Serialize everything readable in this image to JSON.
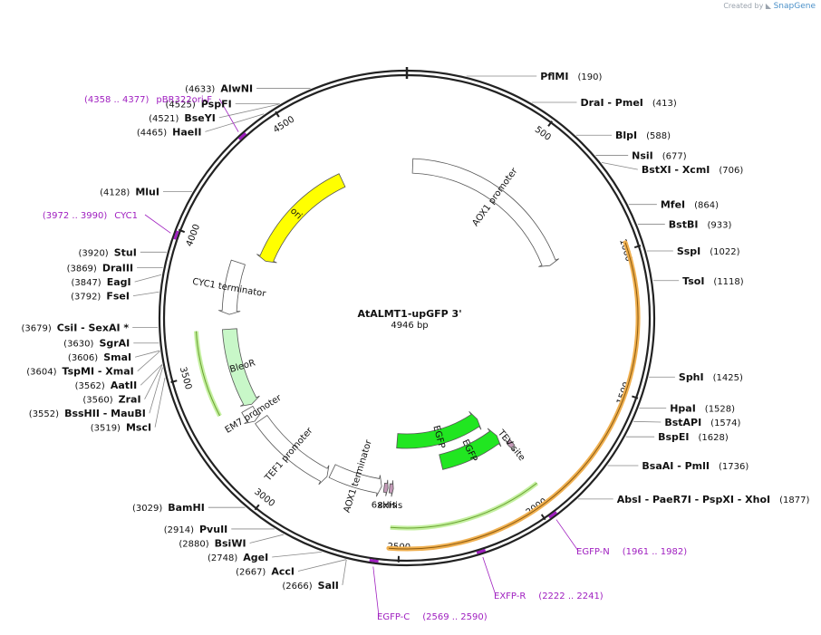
{
  "branding": {
    "created_by": "Created by",
    "app": "SnapGene"
  },
  "plasmid": {
    "name": "AtALMT1-upGFP 3'",
    "length_label": "4946 bp",
    "length": 4946
  },
  "scale_ticks": [
    {
      "pos": 500,
      "label": "500"
    },
    {
      "pos": 1000,
      "label": "1000"
    },
    {
      "pos": 1500,
      "label": "1500"
    },
    {
      "pos": 2000,
      "label": "2000"
    },
    {
      "pos": 2500,
      "label": "2500"
    },
    {
      "pos": 3000,
      "label": "3000"
    },
    {
      "pos": 3500,
      "label": "3500"
    },
    {
      "pos": 4000,
      "label": "4000"
    },
    {
      "pos": 4500,
      "label": "4500"
    }
  ],
  "features": [
    {
      "name": "AOX1 promoter",
      "type": "promoter",
      "start": 30,
      "end": 960,
      "dir": 1
    },
    {
      "name": "ori",
      "type": "rep_origin",
      "start": 4010,
      "end": 4600,
      "dir": -1
    },
    {
      "name": "CYC1 terminator",
      "type": "terminator",
      "start": 3725,
      "end": 3960,
      "dir": -1
    },
    {
      "name": "BleoR",
      "type": "cds",
      "start": 3310,
      "end": 3660,
      "dir": -1
    },
    {
      "name": "EM7 promoter",
      "type": "promoter",
      "start": 3240,
      "end": 3300,
      "dir": -1
    },
    {
      "name": "TEF1 promoter",
      "type": "promoter",
      "start": 2840,
      "end": 3230,
      "dir": -1
    },
    {
      "name": "AOX1 terminator",
      "type": "terminator",
      "start": 2590,
      "end": 2830,
      "dir": -1
    },
    {
      "name": "6xHis",
      "type": "tag",
      "start": 2560,
      "end": 2578,
      "dir": -1
    },
    {
      "name": "8xHis",
      "type": "tag",
      "start": 2535,
      "end": 2553,
      "dir": -1
    },
    {
      "name": "EGFP",
      "type": "cds",
      "start": 1995,
      "end": 2535,
      "dir": -1
    },
    {
      "name": "EGFP",
      "type": "cds",
      "start": 1960,
      "end": 2290,
      "dir": -1
    },
    {
      "name": "TEV site",
      "type": "site",
      "start": 1920,
      "end": 1944,
      "dir": 1
    }
  ],
  "sites": [
    {
      "name": "PflMI",
      "pos": "(190)",
      "p": 190,
      "side": "r"
    },
    {
      "name": "DraI  -  PmeI",
      "pos": "(413)",
      "p": 413,
      "side": "r"
    },
    {
      "name": "BlpI",
      "pos": "(588)",
      "p": 588,
      "side": "r"
    },
    {
      "name": "NsiI",
      "pos": "(677)",
      "p": 677,
      "side": "r"
    },
    {
      "name": "BstXI  -  XcmI",
      "pos": "(706)",
      "p": 706,
      "side": "r"
    },
    {
      "name": "MfeI",
      "pos": "(864)",
      "p": 864,
      "side": "r"
    },
    {
      "name": "BstBI",
      "pos": "(933)",
      "p": 933,
      "side": "r"
    },
    {
      "name": "SspI",
      "pos": "(1022)",
      "p": 1022,
      "side": "r"
    },
    {
      "name": "TsoI",
      "pos": "(1118)",
      "p": 1118,
      "side": "r"
    },
    {
      "name": "SphI",
      "pos": "(1425)",
      "p": 1425,
      "side": "r"
    },
    {
      "name": "HpaI",
      "pos": "(1528)",
      "p": 1528,
      "side": "r"
    },
    {
      "name": "BstAPI",
      "pos": "(1574)",
      "p": 1574,
      "side": "r"
    },
    {
      "name": "BspEI",
      "pos": "(1628)",
      "p": 1628,
      "side": "r"
    },
    {
      "name": "BsaAI  -  PmlI",
      "pos": "(1736)",
      "p": 1736,
      "side": "r"
    },
    {
      "name": "AbsI  -  PaeR7I  -  PspXI  -  XhoI",
      "pos": "(1877)",
      "p": 1877,
      "side": "r"
    },
    {
      "name": "SalI",
      "pos": "(2666)",
      "p": 2666,
      "side": "l"
    },
    {
      "name": "AccI",
      "pos": "(2667)",
      "p": 2667,
      "side": "l"
    },
    {
      "name": "AgeI",
      "pos": "(2748)",
      "p": 2748,
      "side": "l"
    },
    {
      "name": "BsiWI",
      "pos": "(2880)",
      "p": 2880,
      "side": "l"
    },
    {
      "name": "PvuII",
      "pos": "(2914)",
      "p": 2914,
      "side": "l"
    },
    {
      "name": "BamHI",
      "pos": "(3029)",
      "p": 3029,
      "side": "l"
    },
    {
      "name": "MscI",
      "pos": "(3519)",
      "p": 3519,
      "side": "l"
    },
    {
      "name": "BssHII  -  MauBI",
      "pos": "(3552)",
      "p": 3552,
      "side": "l"
    },
    {
      "name": "ZraI",
      "pos": "(3560)",
      "p": 3560,
      "side": "l"
    },
    {
      "name": "AatII",
      "pos": "(3562)",
      "p": 3562,
      "side": "l"
    },
    {
      "name": "TspMI  -  XmaI",
      "pos": "(3604)",
      "p": 3604,
      "side": "l"
    },
    {
      "name": "SmaI",
      "pos": "(3606)",
      "p": 3606,
      "side": "l"
    },
    {
      "name": "SgrAI",
      "pos": "(3630)",
      "p": 3630,
      "side": "l"
    },
    {
      "name": "CsiI  -  SexAI *",
      "pos": "(3679)",
      "p": 3679,
      "side": "l"
    },
    {
      "name": "FseI",
      "pos": "(3792)",
      "p": 3792,
      "side": "l"
    },
    {
      "name": "EagI",
      "pos": "(3847)",
      "p": 3847,
      "side": "l"
    },
    {
      "name": "DraIII",
      "pos": "(3869)",
      "p": 3869,
      "side": "l"
    },
    {
      "name": "StuI",
      "pos": "(3920)",
      "p": 3920,
      "side": "l"
    },
    {
      "name": "MluI",
      "pos": "(4128)",
      "p": 4128,
      "side": "l"
    },
    {
      "name": "HaeII",
      "pos": "(4465)",
      "p": 4465,
      "side": "l"
    },
    {
      "name": "BseYI",
      "pos": "(4521)",
      "p": 4521,
      "side": "l"
    },
    {
      "name": "PspFI",
      "pos": "(4525)",
      "p": 4525,
      "side": "l"
    },
    {
      "name": "AlwNI",
      "pos": "(4633)",
      "p": 4633,
      "side": "l"
    }
  ],
  "primers": [
    {
      "name": "pBR322ori-F",
      "range": "(4358 .. 4377)",
      "p": 4367,
      "side": "l"
    },
    {
      "name": "CYC1",
      "range": "(3972 .. 3990)",
      "p": 3981,
      "side": "l"
    },
    {
      "name": "EGFP-N",
      "range": "(1961 .. 1982)",
      "p": 1971,
      "side": "r"
    },
    {
      "name": "EXFP-R",
      "range": "(2222 .. 2241)",
      "p": 2231,
      "side": "r"
    },
    {
      "name": "EGFP-C",
      "range": "(2569 .. 2590)",
      "p": 2579,
      "side": "r"
    }
  ],
  "colors": {
    "promoter": "#ffffff",
    "terminator": "#ffffff",
    "rep_origin": "#ffff00",
    "cds": "#21e621",
    "bleo": "#c8f7c8",
    "tag": "#c49ab8",
    "primer": "#a020c0",
    "orange_span": "#f0b050",
    "green_span": "#6aa030"
  }
}
